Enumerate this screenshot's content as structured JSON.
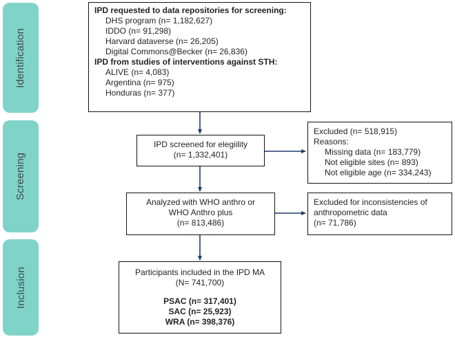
{
  "stages": {
    "identification": "Identification",
    "screening": "Screening",
    "inclusion": "Inclusion"
  },
  "identification_box": {
    "heading_repos": "IPD requested to data repositories for screening:",
    "repos": [
      "DHS program (n= 1,182,627)",
      "IDDO (n= 91,298)",
      "Harvard dataverse (n= 26,205)",
      "Digital Commons@Becker (n= 26,836)"
    ],
    "heading_studies": "IPD from studies of interventions against STH:",
    "studies": [
      "ALIVE (n= 4,083)",
      "Argentina (n= 975)",
      "Honduras (n= 377)"
    ]
  },
  "screened_box": {
    "line1": "IPD screened for elegiility",
    "line2": "(n= 1,332,401)"
  },
  "excluded_box": {
    "line1": "Excluded (n= 518,915)",
    "reasons_label": "Reasons:",
    "reasons": [
      "Missing data (n= 183,779)",
      "Not eligible sites (n= 893)",
      "Not eligible age (n= 334,243)"
    ]
  },
  "analyzed_box": {
    "line1": "Analyzed with WHO anthro or",
    "line2": "WHO Anthro plus",
    "line3": "(n= 813,486)"
  },
  "inconsistent_box": {
    "line1": "Excluded for inconsistencies of",
    "line2": "anthropometric data",
    "line3": "(n= 71,786)"
  },
  "included_box": {
    "line1": "Participants included in the IPD MA",
    "line2": "(N= 741,700)",
    "groups": [
      "PSAC (n= 317,401)",
      "SAC (n= 25,923)",
      "WRA (n= 398,376)"
    ]
  },
  "colors": {
    "stage_fill": "#7fd3c8",
    "arrow": "#1f3a6b",
    "box_border": "#111111"
  }
}
